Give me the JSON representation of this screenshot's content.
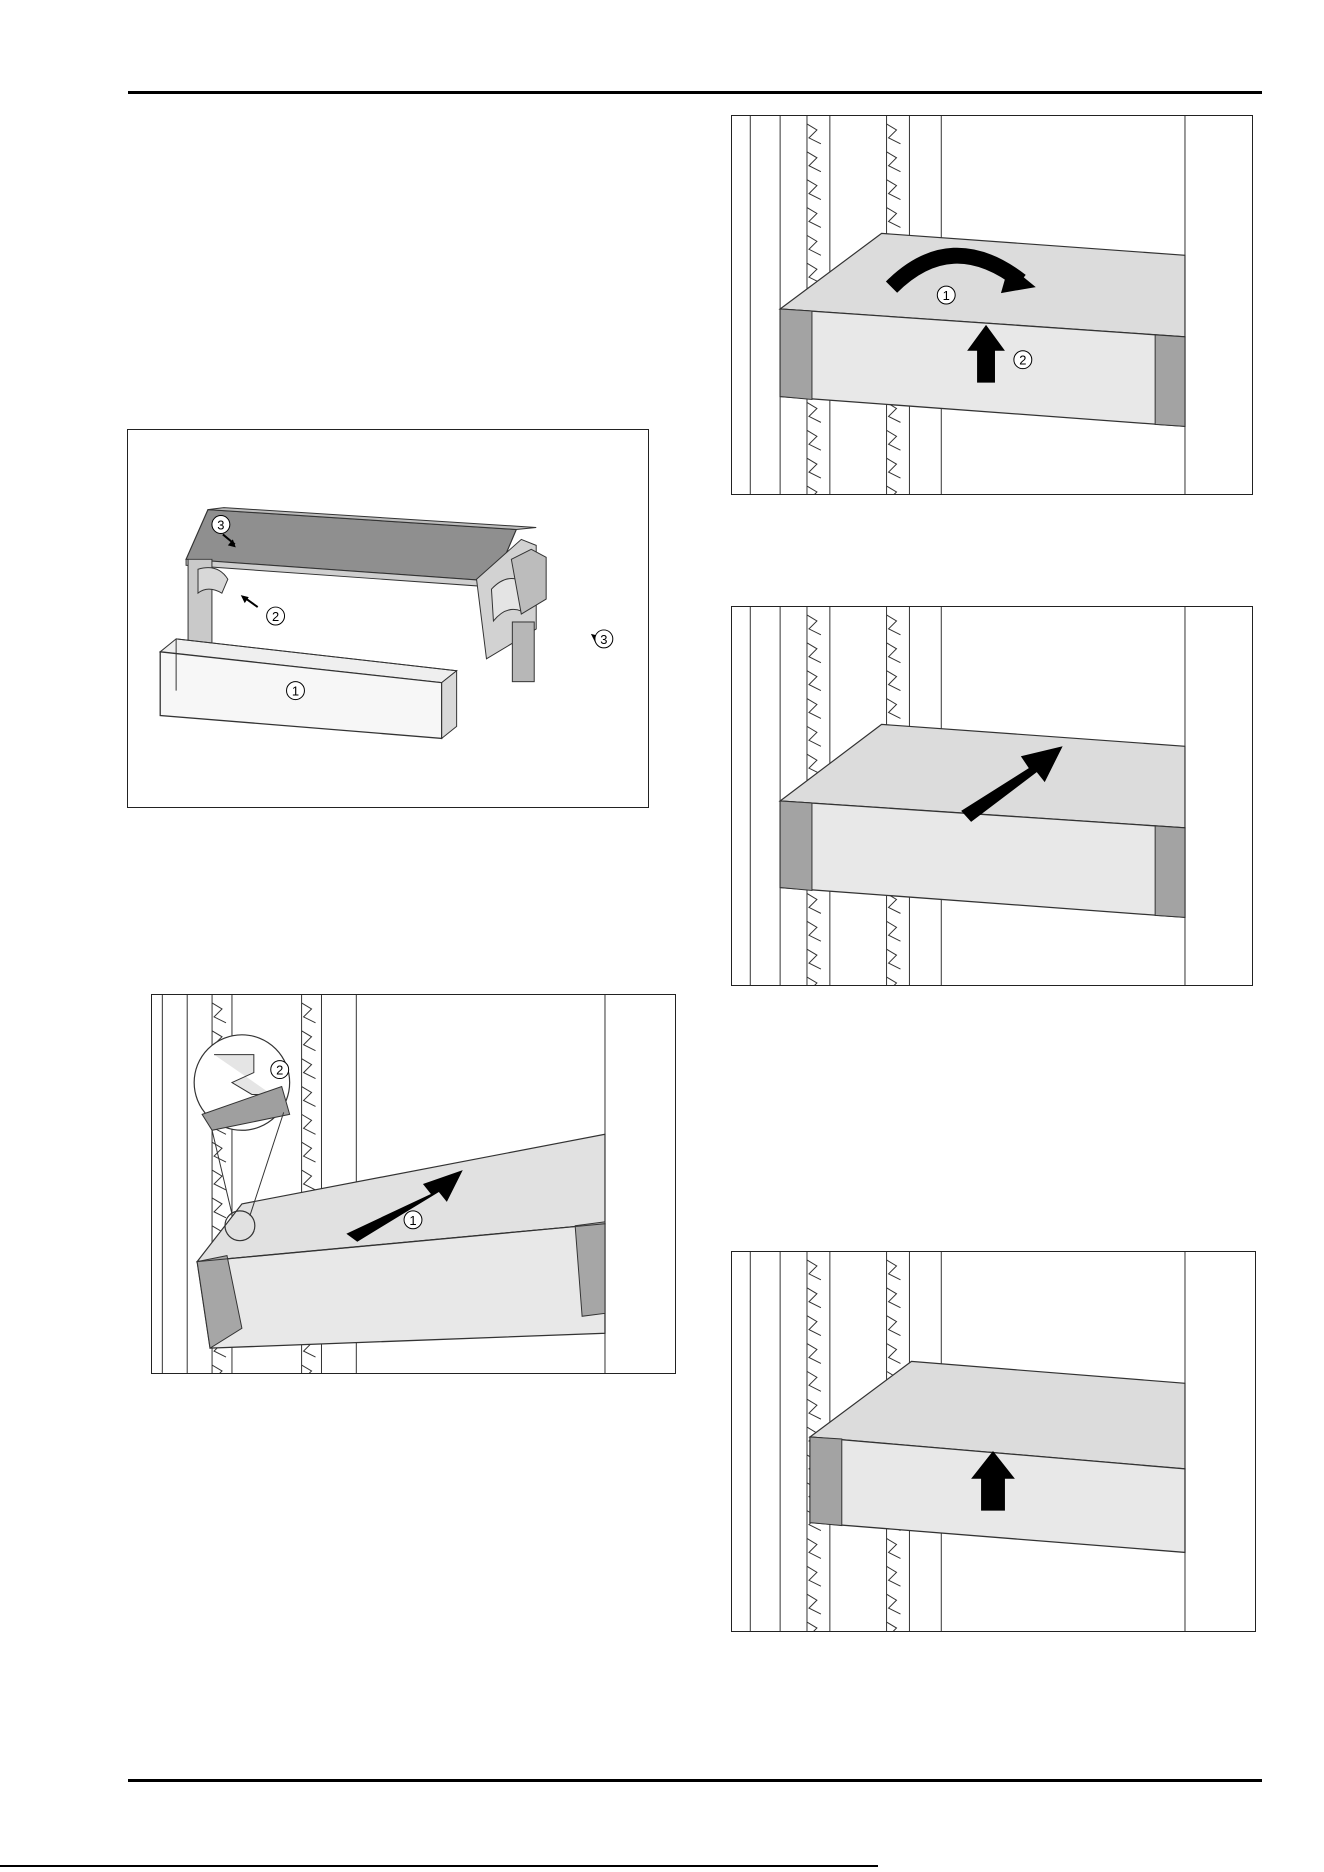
{
  "figures": {
    "drawer_parts": {
      "callouts": [
        "1",
        "2",
        "3",
        "3"
      ]
    },
    "insert_hook": {
      "callouts": [
        "1",
        "2"
      ]
    },
    "tilt_lift": {
      "callouts": [
        "1",
        "2"
      ]
    },
    "push_in": {
      "callouts": []
    },
    "lift_up": {
      "callouts": []
    }
  }
}
